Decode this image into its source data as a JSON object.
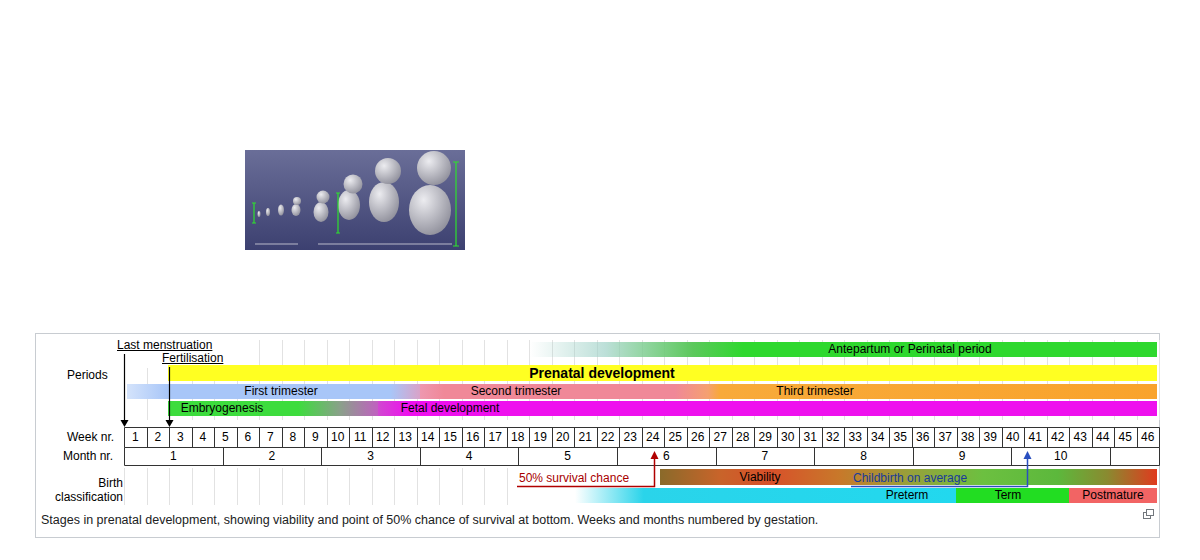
{
  "diagram": {
    "caption": "Stages in prenatal development, showing viability and point of 50% chance of survival at bottom. Weeks and months numbered by gestation.",
    "nodes": [
      {
        "text": [
          "Antepartum or Perinatal period"
        ]
      },
      {
        "text": [
          "Prenatal development"
        ]
      },
      {
        "text": [
          "First trimester"
        ]
      },
      {
        "text": [
          "Second trimester"
        ]
      },
      {
        "text": [
          "Third trimester"
        ]
      },
      {
        "text": [
          "Embryogenesis"
        ]
      },
      {
        "text": [
          "Fetal development"
        ]
      },
      {
        "text": [
          "Viability"
        ]
      },
      {
        "text": [
          "Preterm"
        ]
      },
      {
        "text": [
          "Term"
        ]
      },
      {
        "text": [
          "Postmature"
        ]
      }
    ],
    "labels": [
      "Last menstruation",
      "Fertilisation",
      "Periods",
      "Week nr.",
      "1",
      "2",
      "3",
      "4",
      "5",
      "6",
      "7",
      "8",
      "9",
      "10",
      "11",
      "12",
      "13",
      "14",
      "15",
      "16",
      "17",
      "18",
      "19",
      "20",
      "21",
      "22",
      "23",
      "24",
      "25",
      "26",
      "27",
      "28",
      "29",
      "30",
      "31",
      "32",
      "33",
      "34",
      "35",
      "36",
      "37",
      "38",
      "39",
      "40",
      "41",
      "42",
      "43",
      "44",
      "45",
      "46",
      "Month nr.",
      "1",
      "2",
      "3",
      "4",
      "5",
      "6",
      "7",
      "8",
      "9",
      "10",
      "Birth classification",
      "50% survival chance",
      "Childbirth on average"
    ]
  }
}
